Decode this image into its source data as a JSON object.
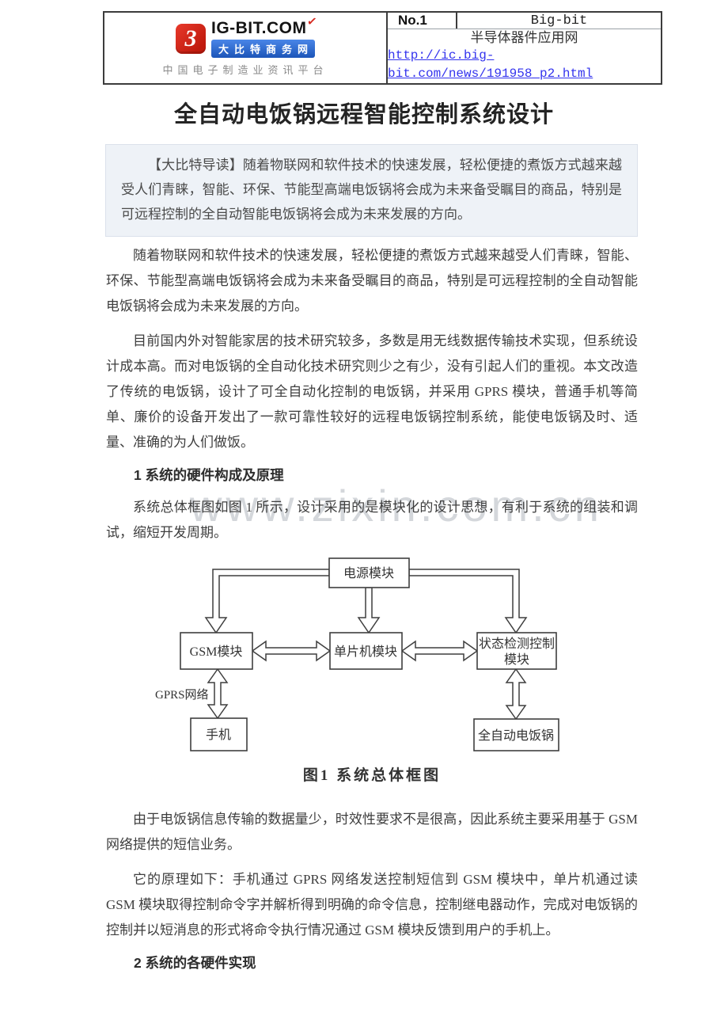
{
  "header": {
    "logo": {
      "icon_glyph": "3",
      "brand": "IG-BIT.COM",
      "check_icon": "✓",
      "banner": "大比特商务网",
      "tagline": "中国电子制造业资讯平台"
    },
    "rank_label": "No.1",
    "site_name": "Big-bit",
    "network_name": "半导体器件应用网",
    "url": "http://ic.big-bit.com/news/191958_p2.html"
  },
  "article": {
    "title": "全自动电饭锅远程智能控制系统设计",
    "intro": "【大比特导读】随着物联网和软件技术的快速发展，轻松便捷的煮饭方式越来越受人们青睐，智能、环保、节能型高端电饭锅将会成为未来备受瞩目的商品，特别是可远程控制的全自动智能电饭锅将会成为未来发展的方向。",
    "paragraphs": {
      "p1": "随着物联网和软件技术的快速发展，轻松便捷的煮饭方式越来越受人们青睐，智能、环保、节能型高端电饭锅将会成为未来备受瞩目的商品，特别是可远程控制的全自动智能电饭锅将会成为未来发展的方向。",
      "p2": "目前国内外对智能家居的技术研究较多，多数是用无线数据传输技术实现，但系统设计成本高。而对电饭锅的全自动化技术研究则少之有少，没有引起人们的重视。本文改造了传统的电饭锅，设计了可全自动化控制的电饭锅，并采用 GPRS 模块，普通手机等简单、廉价的设备开发出了一款可靠性较好的远程电饭锅控制系统，能使电饭锅及时、适量、准确的为人们做饭。",
      "p3": "系统总体框图如图 1 所示，设计采用的是模块化的设计思想，有利于系统的组装和调试，缩短开发周期。",
      "p4": "由于电饭锅信息传输的数据量少，时效性要求不是很高，因此系统主要采用基于 GSM 网络提供的短信业务。",
      "p5": "它的原理如下：手机通过 GPRS 网络发送控制短信到 GSM 模块中，单片机通过读 GSM 模块取得控制命令字并解析得到明确的命令信息，控制继电器动作，完成对电饭锅的控制并以短消息的形式将命令执行情况通过 GSM 模块反馈到用户的手机上。"
    },
    "sections": {
      "s1": "1 系统的硬件构成及原理",
      "s2": "2 系统的各硬件实现"
    },
    "figure": {
      "caption": "图1  系统总体框图"
    },
    "watermark": "www.zixin.com.cn"
  },
  "diagram": {
    "power_label": "电源模块",
    "gsm_label": "GSM模块",
    "mcu_label": "单片机模块",
    "status_label_line1": "状态检测控制",
    "status_label_line2": "模块",
    "phone_label": "手机",
    "cooker_label": "全自动电饭锅",
    "gprs_label": "GPRS网络"
  },
  "colors": {
    "accent_red": "#d6281e",
    "banner_blue": "#2563c4",
    "link_blue": "#3333ee",
    "intro_bg": "#eef2f7"
  }
}
